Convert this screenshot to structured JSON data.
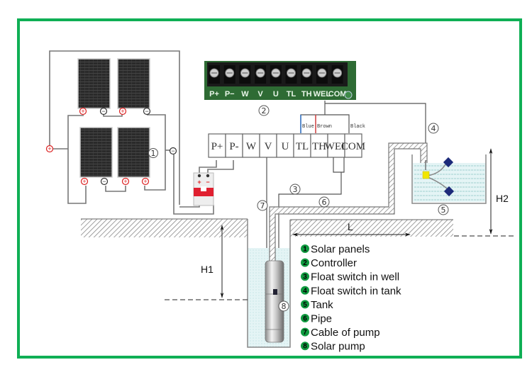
{
  "title": "Solar pump system wiring diagram",
  "colors": {
    "frame": "#0faf55",
    "legend_bullet": "#0f9a3f",
    "controller_board": "#2e7d3a",
    "breaker": "#e02030",
    "float_switch_tank": "#f2e600",
    "float_ball": "#1c2a7a",
    "water": "#d6eef0",
    "blue_wire": "#3a78c8",
    "brown_wire": "#d04a4a"
  },
  "controller_board": {
    "terminals": [
      "P+",
      "P−",
      "W",
      "V",
      "U",
      "TL",
      "TH",
      "WEL",
      "COM"
    ],
    "callout": "2"
  },
  "terminal_block": {
    "terminals": [
      "P+",
      "P-",
      "W",
      "V",
      "U",
      "TL",
      "TH",
      "WEL",
      "COM"
    ],
    "wire_labels": [
      "Blue",
      "Brown",
      "Black"
    ]
  },
  "breaker": {
    "plus": "+",
    "minus": "−"
  },
  "panels": {
    "callout": "1",
    "polarity_pos": "⊕",
    "polarity_neg": "⊖"
  },
  "callouts": {
    "float_switch_well": "3",
    "float_switch_tank": "4",
    "tank": "5",
    "pipe": "6",
    "cable": "7",
    "pump": "8"
  },
  "dimensions": {
    "h1": "H1",
    "h2": "H2",
    "l": "L"
  },
  "legend": [
    {
      "num": "1",
      "label": "Solar panels"
    },
    {
      "num": "2",
      "label": "Controller"
    },
    {
      "num": "3",
      "label": "Float switch in well"
    },
    {
      "num": "4",
      "label": "Float switch in tank"
    },
    {
      "num": "5",
      "label": "Tank"
    },
    {
      "num": "6",
      "label": "Pipe"
    },
    {
      "num": "7",
      "label": "Cable of pump"
    },
    {
      "num": "8",
      "label": "Solar pump"
    }
  ]
}
